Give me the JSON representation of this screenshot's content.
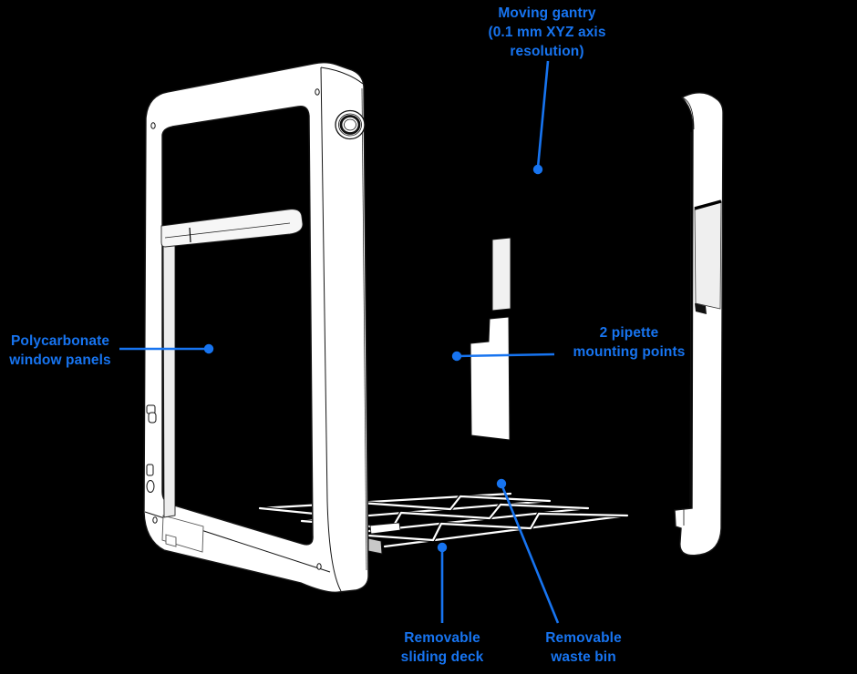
{
  "figure": {
    "background": "#000000",
    "accent": "#1774F0",
    "device": "liquid-handling-robot-exploded-diagram",
    "callouts": {
      "moving_gantry": "Moving gantry\n(0.1 mm XYZ axis\nresolution)",
      "window_panels": "Polycarbonate\nwindow panels",
      "pipette_mounts": "2 pipette\nmounting points",
      "sliding_deck": "Removable\nsliding deck",
      "waste_bin": "Removable\nwaste bin"
    }
  }
}
